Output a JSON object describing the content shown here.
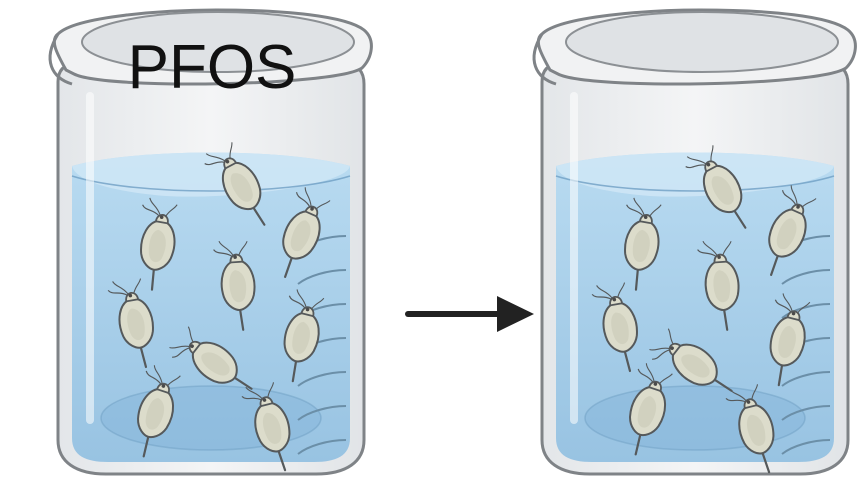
{
  "left_beaker": {
    "label": "PFOS",
    "organism_count": 9
  },
  "right_beaker": {
    "label": "",
    "organism_count": 9
  },
  "arrow": {
    "direction": "right"
  },
  "colors": {
    "water": "#a9cfe9",
    "water_top": "#cfe6f6",
    "glass_outline": "#7f8387",
    "glass_fill": "#eceef0",
    "daphnia_body": "#dcdccb",
    "daphnia_outline": "#55595b",
    "arrow": "#222222",
    "label_text": "#111111"
  },
  "icons": {
    "left_beaker": "beaker-with-daphnia-icon",
    "right_beaker": "beaker-with-daphnia-icon",
    "organism": "daphnia-icon",
    "arrow": "right-arrow-icon"
  }
}
